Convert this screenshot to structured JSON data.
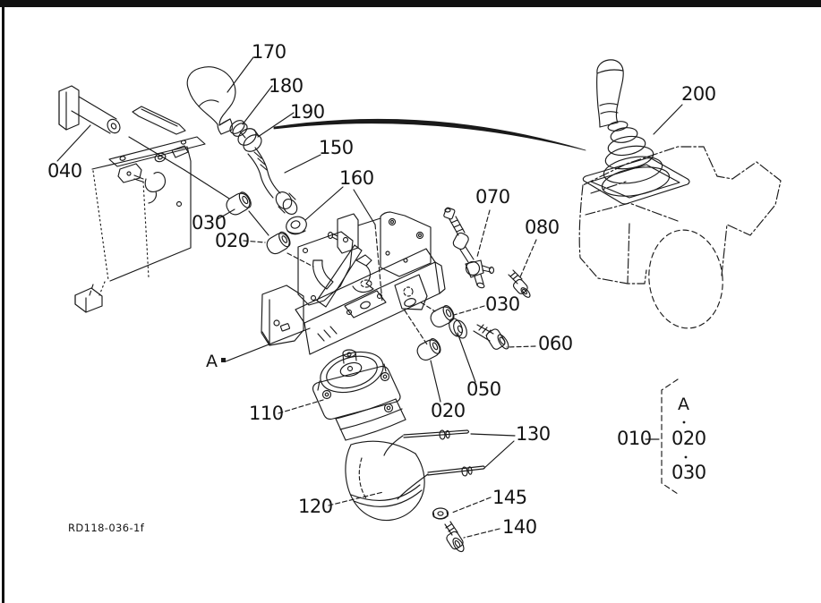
{
  "drawing": {
    "code": "RD118-036-1f",
    "background": "#ffffff",
    "line_color": "#1a1a1a"
  },
  "callouts": {
    "n040": "040",
    "n170": "170",
    "n180": "180",
    "n190": "190",
    "n150": "150",
    "n160": "160",
    "n030_left": "030",
    "n020_left": "020",
    "n070": "070",
    "n080": "080",
    "n030_right": "030",
    "n060": "060",
    "n050": "050",
    "n020_center": "020",
    "n110": "110",
    "n120": "120",
    "n130": "130",
    "n145": "145",
    "n140": "140",
    "n200": "200",
    "view_a": "A"
  },
  "legend": {
    "group_label": "010",
    "items": [
      "A",
      "020",
      "030"
    ]
  }
}
